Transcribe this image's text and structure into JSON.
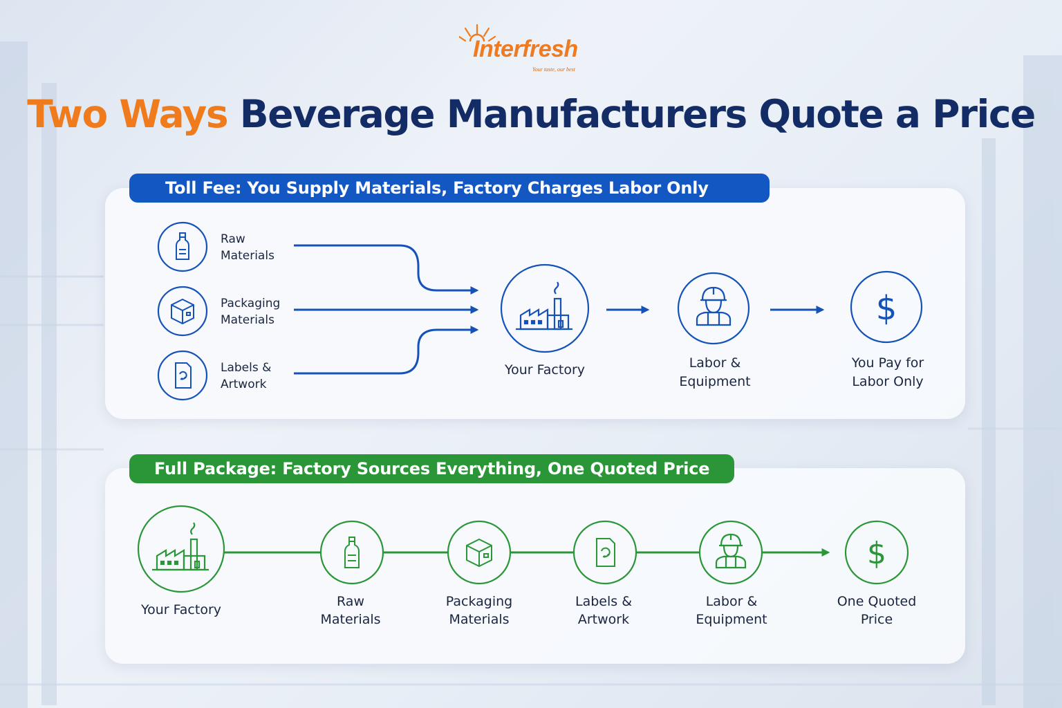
{
  "brand": {
    "name_part_1": "I",
    "name_part_2": "nter",
    "name_part_3": "fresh",
    "tagline": "Your taste, our best",
    "colors": {
      "orange": "#f07b1c",
      "navy": "#142c66"
    }
  },
  "title": {
    "accent": "Two Ways",
    "main": "Beverage Manufacturers Quote a Price"
  },
  "toll_fee": {
    "banner": "Toll Fee:  You Supply Materials, Factory Charges Labor Only",
    "color": "#1257c2",
    "inputs": [
      {
        "icon": "bottle-icon",
        "line1": "Raw",
        "line2": "Materials"
      },
      {
        "icon": "box-icon",
        "line1": "Packaging",
        "line2": "Materials"
      },
      {
        "icon": "label-document-icon",
        "line1": "Labels &",
        "line2": "Artwork"
      }
    ],
    "steps": [
      {
        "icon": "factory-icon",
        "line1": "Your Factory",
        "line2": ""
      },
      {
        "icon": "worker-icon",
        "line1": "Labor &",
        "line2": "Equipment"
      },
      {
        "icon": "dollar-icon",
        "line1": "You Pay for",
        "line2": "Labor Only"
      }
    ]
  },
  "full_package": {
    "banner": "Full Package: Factory Sources Everything, One Quoted Price",
    "color": "#2a9638",
    "steps": [
      {
        "icon": "factory-icon",
        "line1": "Your Factory",
        "line2": ""
      },
      {
        "icon": "bottle-icon",
        "line1": "Raw",
        "line2": "Materials"
      },
      {
        "icon": "box-icon",
        "line1": "Packaging",
        "line2": "Materials"
      },
      {
        "icon": "label-document-icon",
        "line1": "Labels &",
        "line2": "Artwork"
      },
      {
        "icon": "worker-icon",
        "line1": "Labor &",
        "line2": "Equipment"
      },
      {
        "icon": "dollar-icon",
        "line1": "One Quoted",
        "line2": "Price"
      }
    ]
  }
}
